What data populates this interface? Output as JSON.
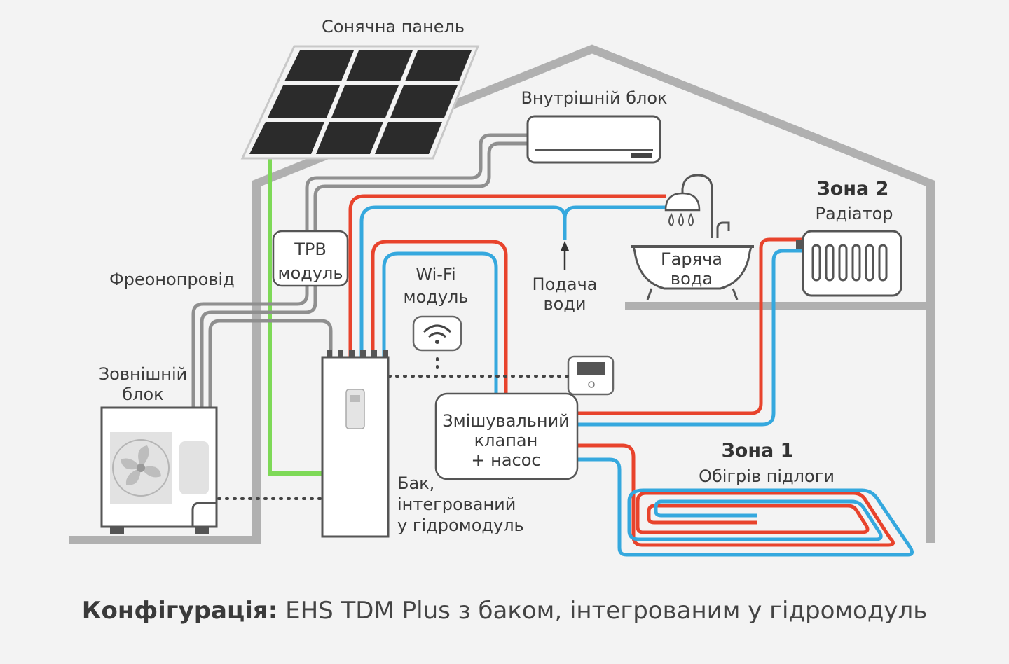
{
  "labels": {
    "solar_panel": "Сонячна панель",
    "indoor_unit": "Внутрішній блок",
    "tpb_line1": "TPB",
    "tpb_line2": "модуль",
    "freon_pipe": "Фреонопровід",
    "outdoor_line1": "Зовнішній",
    "outdoor_line2": "блок",
    "wifi_line1": "Wi-Fi",
    "wifi_line2": "модуль",
    "water_line1": "Подача",
    "water_line2": "води",
    "hotwater_line1": "Гаряча",
    "hotwater_line2": "вода",
    "zone2_title": "Зона 2",
    "zone2_sub": "Радіатор",
    "zone1_title": "Зона 1",
    "zone1_sub": "Обігрів підлоги",
    "valve_line1": "Змішувальний",
    "valve_line2": "клапан",
    "valve_line3": "+ насос",
    "tank_line1": "Бак,",
    "tank_line2": "інтегрований",
    "tank_line3": "у гідромодуль"
  },
  "footer": {
    "bold": "Конфігурація:",
    "rest": " EHS TDM Plus з баком, інтегрованим у гідромодуль"
  },
  "colors": {
    "background": "#f3f3f3",
    "house_outline": "#b0b0b0",
    "freon_pipe": "#8f8f8f",
    "hot_pipe": "#e8432c",
    "cold_pipe": "#35a8de",
    "solar_cable": "#7ed957",
    "solar_cell": "#2b2b2b"
  }
}
